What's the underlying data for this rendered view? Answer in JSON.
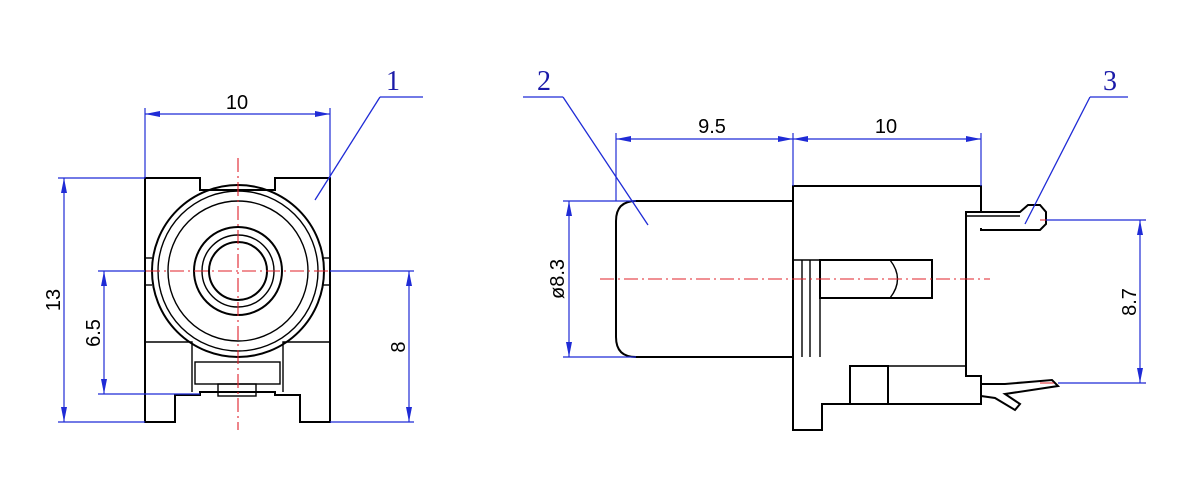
{
  "front_view": {
    "dim_width": "10",
    "dim_height": "13",
    "dim_center_height": "6.5",
    "dim_right_height": "8",
    "part_label": "1"
  },
  "side_view": {
    "dim_body_length": "9.5",
    "dim_housing_length": "10",
    "dim_diameter": "ø8.3",
    "dim_pin_spacing": "8.7",
    "part_label_body": "2",
    "part_label_pin": "3"
  },
  "colors": {
    "outline": "#000000",
    "dimension": "#1f2bd6",
    "centerline": "#e0202a"
  }
}
